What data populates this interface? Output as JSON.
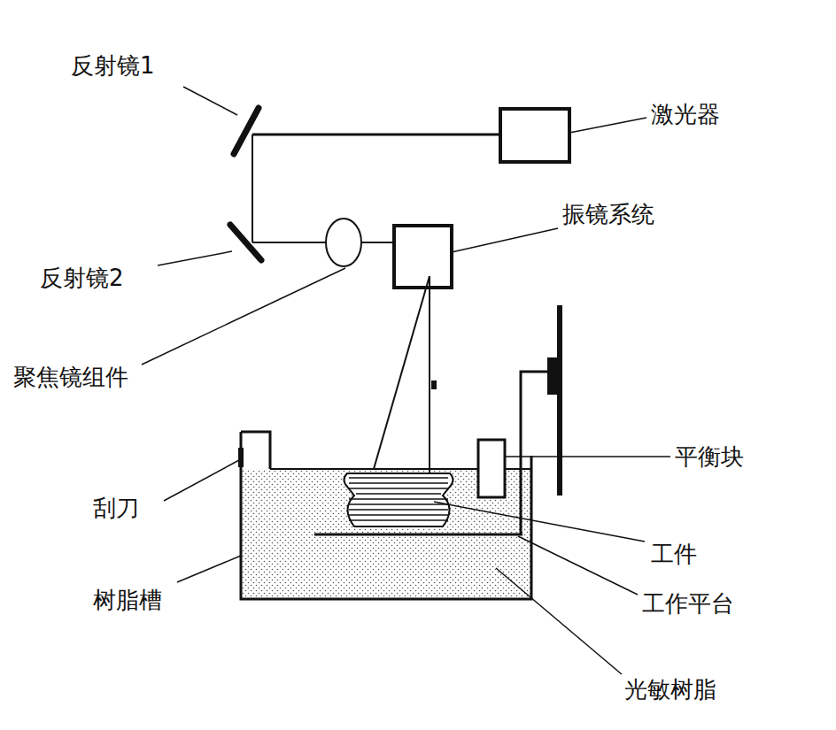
{
  "diagram": {
    "labels": [
      "反射镜1",
      "激光器",
      "振镜系统",
      "反射镜2",
      "聚焦镜组件",
      "平衡块",
      "刮刀",
      "工件",
      "树脂槽",
      "工作平台",
      "光敏树脂"
    ]
  }
}
